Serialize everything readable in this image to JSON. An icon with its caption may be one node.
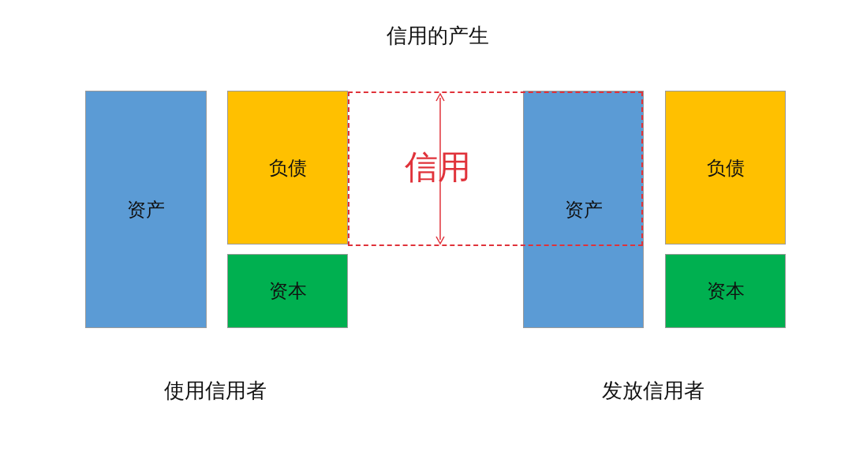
{
  "diagram": {
    "title": "信用的产生",
    "nodes": [
      {
        "text": [
          "资产"
        ]
      },
      {
        "text": [
          "负债"
        ]
      },
      {
        "text": [
          "资本"
        ]
      },
      {
        "text": [
          "信用"
        ]
      },
      {
        "text": [
          "资产"
        ]
      },
      {
        "text": [
          "负债"
        ]
      },
      {
        "text": [
          "资本"
        ]
      }
    ],
    "labels": [
      "使用信用者",
      "发放信用者"
    ]
  }
}
